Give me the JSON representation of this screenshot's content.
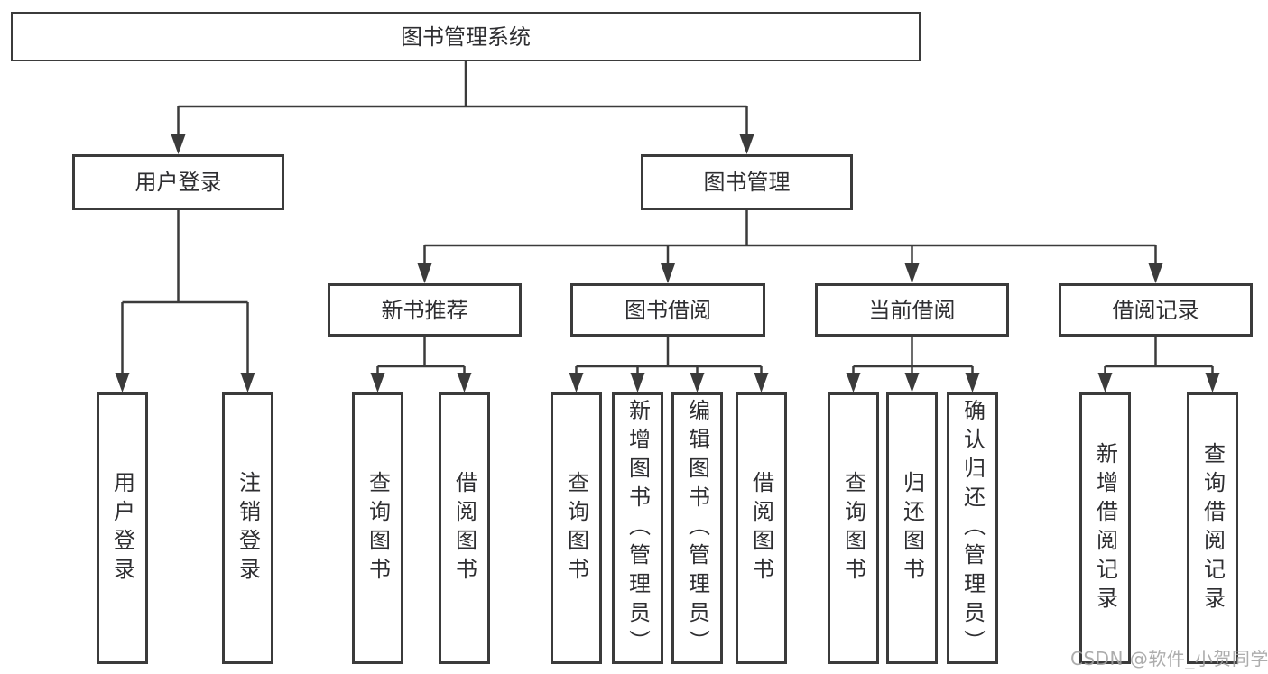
{
  "colors": {
    "background": "#ffffff",
    "line": "#3b3b3b",
    "box_border": "#3b3b3b",
    "text": "#2e2e31",
    "watermark": "#a2a2a2"
  },
  "nodes": {
    "root": {
      "label": "图书管理系统"
    },
    "level2": [
      {
        "label": "用户登录",
        "children": [
          {
            "label": "用户登录"
          },
          {
            "label": "注销登录"
          }
        ]
      },
      {
        "label": "图书管理",
        "children": [
          {
            "label": "新书推荐",
            "children": [
              {
                "label": "查询图书"
              },
              {
                "label": "借阅图书"
              }
            ]
          },
          {
            "label": "图书借阅",
            "children": [
              {
                "label": "查询图书"
              },
              {
                "label": "新增图书（管理员）"
              },
              {
                "label": "编辑图书（管理员）"
              },
              {
                "label": "借阅图书"
              }
            ]
          },
          {
            "label": "当前借阅",
            "children": [
              {
                "label": "查询图书"
              },
              {
                "label": "归还图书"
              },
              {
                "label": "确认归还（管理员）"
              }
            ]
          },
          {
            "label": "借阅记录",
            "children": [
              {
                "label": "新增借阅记录"
              },
              {
                "label": "查询借阅记录"
              }
            ]
          }
        ]
      }
    ]
  },
  "watermark": {
    "text": "CSDN @软件_小贺同学"
  }
}
